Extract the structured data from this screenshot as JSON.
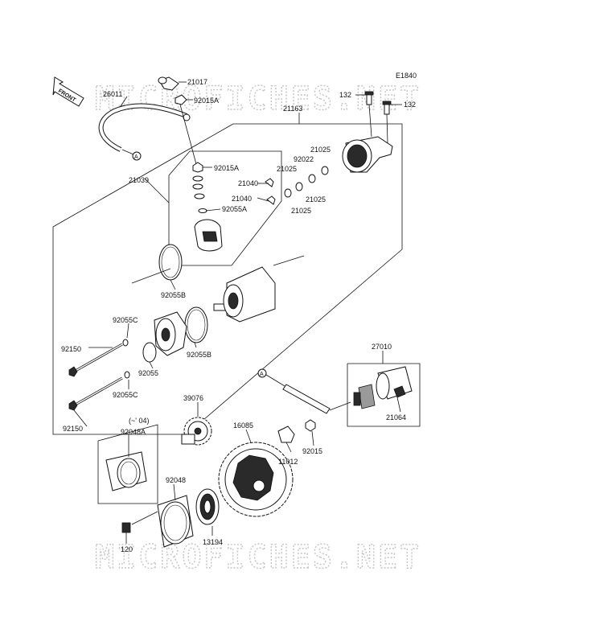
{
  "watermark": {
    "top": "MICROFICHES.NET",
    "bottom": "MICROFICHES.NET"
  },
  "figure_code": "E1840",
  "front_label": "FRONT",
  "ref_marks": [
    "A",
    "A"
  ],
  "labels": [
    "21017",
    "26011",
    "92015A",
    "132",
    "132",
    "21163",
    "21025",
    "92022",
    "21025",
    "92015A",
    "21040",
    "21040",
    "21025",
    "21025",
    "21039",
    "92055A",
    "92055B",
    "92055C",
    "92150",
    "92055",
    "92055B",
    "92055C",
    "92150",
    "27010",
    "39076",
    "(~' 04)",
    "92048A",
    "16085",
    "11012",
    "92015",
    "21064",
    "92048",
    "120",
    "13194"
  ]
}
